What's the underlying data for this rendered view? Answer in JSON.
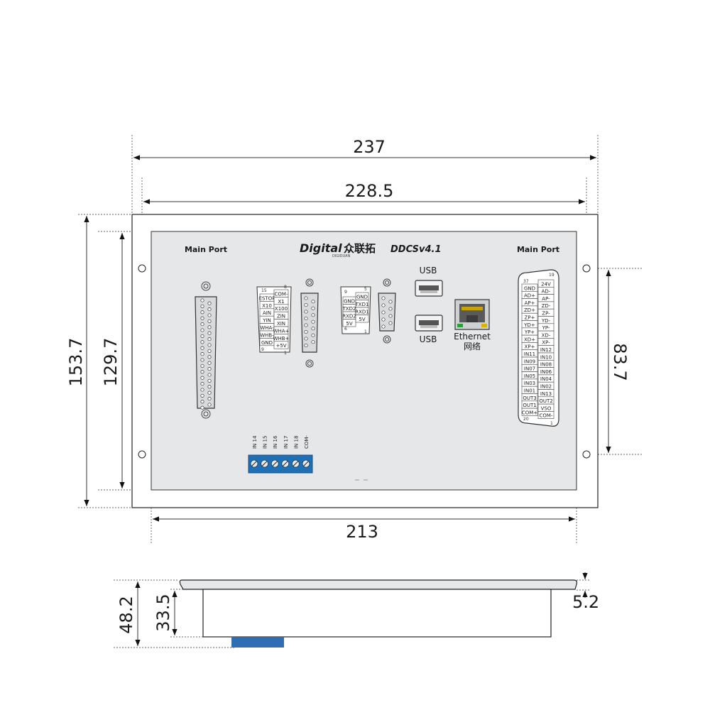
{
  "dimensions": {
    "outer_width": "237",
    "inner_width": "228.5",
    "panel_width": "213",
    "outer_height": "153.7",
    "panel_height": "129.7",
    "hole_spacing": "83.7",
    "depth_total": "48.2",
    "depth_body": "33.5",
    "flange": "5.2"
  },
  "panel": {
    "brand": "Digital",
    "brand_cn": "众联拓",
    "brand_sub": "DIGIDUAN",
    "model": "DDCSv4.1",
    "main_port_left": "Main Port",
    "main_port_right": "Main Port",
    "usb_top": "USB",
    "usb_bottom": "USB",
    "ethernet": "Ethernet",
    "ethernet_cn": "网络"
  },
  "db15": {
    "corner_top_left": "15",
    "corner_top_right": "8",
    "corner_bottom_left": "9",
    "corner_bottom_right": "1",
    "left": [
      "ESTOP",
      "X10",
      "AIN",
      "YIN",
      "WHA-",
      "WHB-",
      "GND"
    ],
    "right": [
      "COM-",
      "X1",
      "X100",
      "ZIN",
      "XIN",
      "WHA+",
      "WHB+",
      "+5V"
    ]
  },
  "db9": {
    "corner_top_left": "9",
    "corner_top_right": "5",
    "corner_bottom_left": "6",
    "corner_bottom_right": "1",
    "left": [
      "GND",
      "TXD2",
      "RXD2",
      "5V"
    ],
    "right": [
      "GND",
      "TXD1",
      "RXD1",
      "5V"
    ]
  },
  "db37": {
    "corner_top_left": "37",
    "corner_top_right": "19",
    "corner_bottom_left": "20",
    "corner_bottom_right": "1",
    "left": [
      "GND",
      "AD+",
      "AP+",
      "ZD+",
      "ZP+",
      "YD+",
      "YP+",
      "XD+",
      "XP+",
      "IN11",
      "IN09",
      "IN07",
      "IN05",
      "IN03",
      "IN01",
      "OUT3",
      "OUT1",
      "COM+"
    ],
    "right": [
      "24V",
      "AD-",
      "AP-",
      "ZD-",
      "ZP-",
      "YD-",
      "YP-",
      "XD-",
      "XP-",
      "IN12",
      "IN10",
      "IN08",
      "IN06",
      "IN04",
      "IN02",
      "IN13",
      "OUT2",
      "VSO",
      "COM-"
    ]
  },
  "terminal": {
    "labels": [
      "IN 14",
      "IN 15",
      "IN 16",
      "IN 17",
      "IN 18",
      "COM-"
    ]
  },
  "colors": {
    "panel_fill": "#e6e7e8",
    "terminal_blue": "#1f6fb5",
    "side_blue": "#2f6db5",
    "outline": "#222222"
  }
}
